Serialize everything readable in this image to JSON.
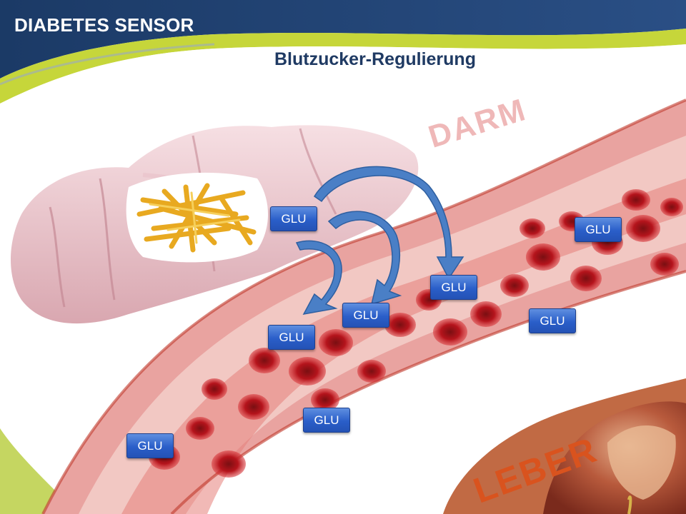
{
  "header": {
    "brand": "DIABETES SENSOR",
    "title": "Blutzucker-Regulierung"
  },
  "organs": {
    "darm_label": "DARM",
    "leber_label": "LEBER"
  },
  "glucose": {
    "label": "GLU"
  },
  "colors": {
    "header_blue": "#1f3a63",
    "accent_yellow": "#c6d63a",
    "badge_blue": "#2a5ec9",
    "arrow_blue": "#4a7fc6",
    "vessel_red": "#c0392b"
  }
}
